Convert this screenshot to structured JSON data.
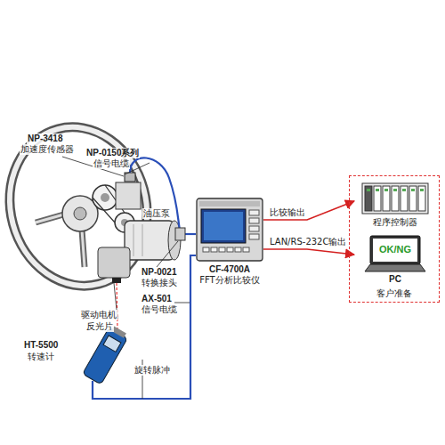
{
  "diagram": {
    "nodes": [
      {
        "text": [
          "CF-4700A",
          "FFT分析比较仪"
        ]
      },
      {
        "text": [
          "客户准备"
        ]
      },
      {
        "text": [
          "程序控制器"
        ],
        "in": 1
      },
      {
        "text": [
          "OK/NG",
          "PC"
        ],
        "in": 1
      }
    ],
    "edges": [
      {
        "from": 0,
        "to": 2,
        "arrow": "to",
        "label": "比较输出"
      },
      {
        "from": 0,
        "to": 3,
        "arrow": "to",
        "label": "LAN/RS-232C输出"
      }
    ],
    "labels": [
      "NP-3418",
      "加速度传感器",
      "NP-0150系列",
      "信号电缆",
      "油压泵",
      "NP-0021",
      "转换接头",
      "AX-501",
      "信号电缆",
      "驱动电机",
      "反光片",
      "HT-5500",
      "转速计",
      "旋转脉冲"
    ]
  }
}
